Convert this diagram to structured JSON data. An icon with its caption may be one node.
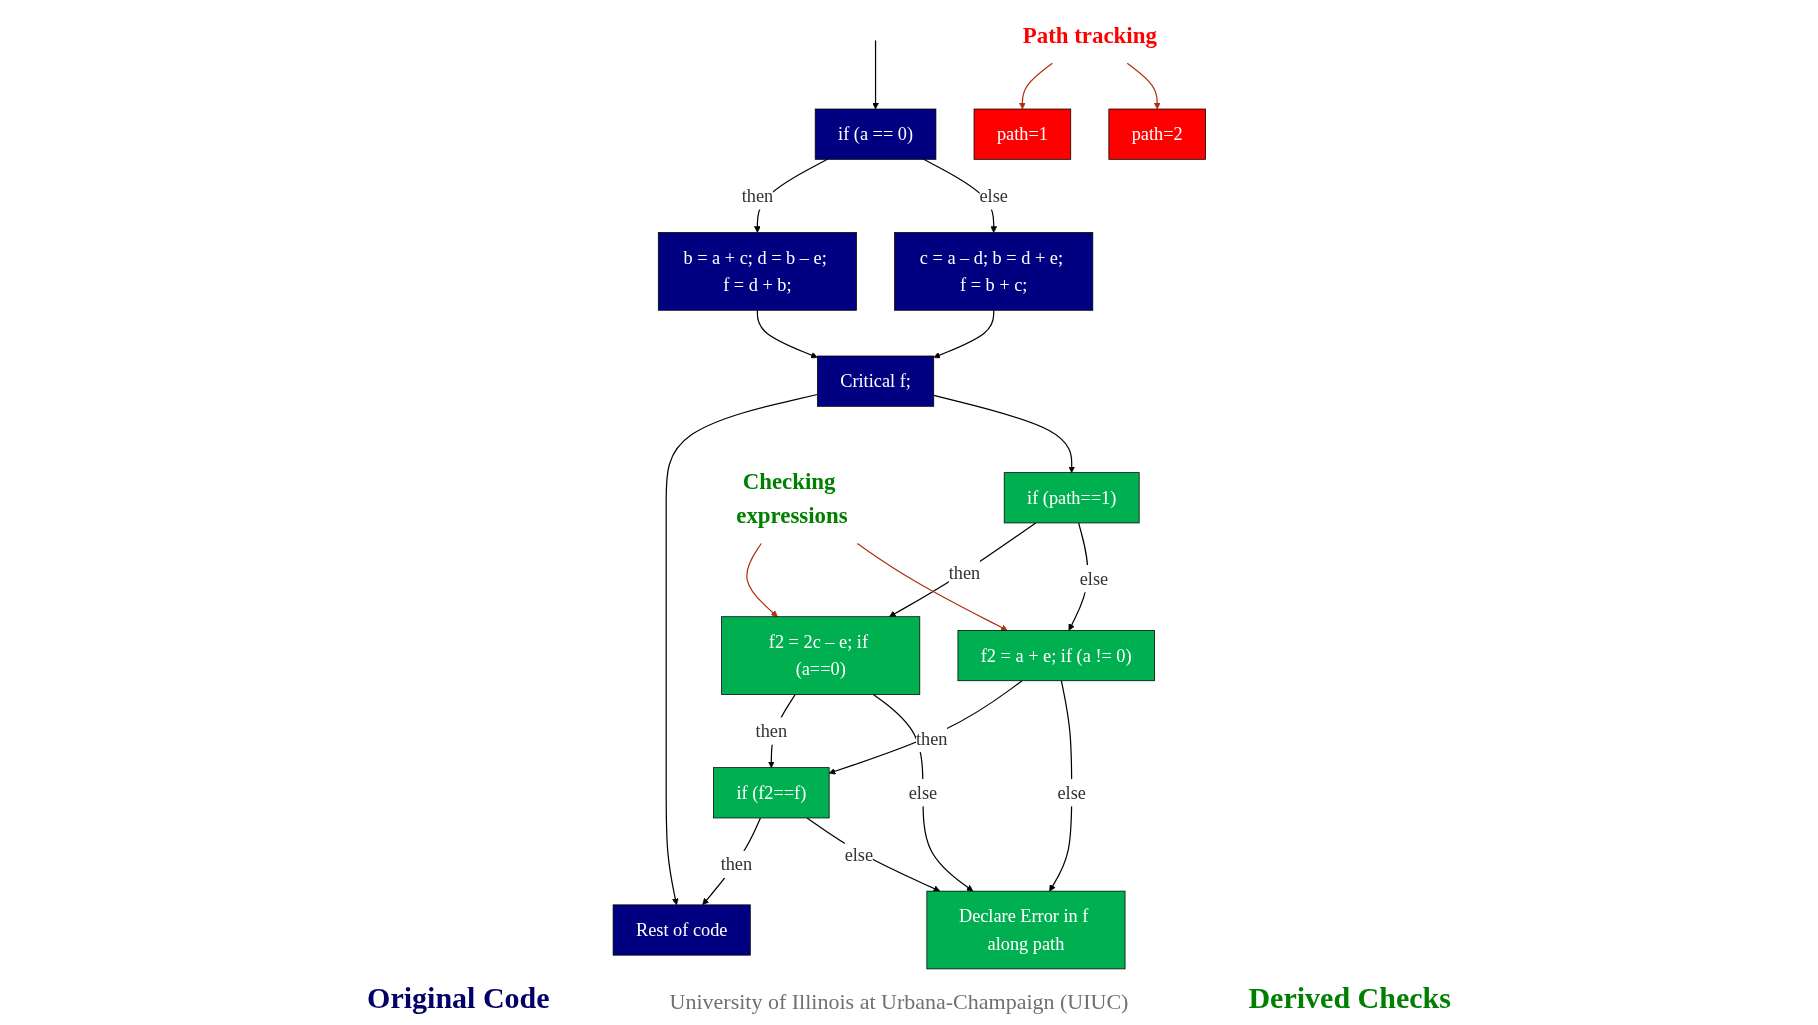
{
  "diagram": {
    "nodes": [
      {
        "text": [
          "if (a == 0)"
        ]
      },
      {
        "text": [
          "b = a + c; d = b – e; f = d + b;"
        ]
      },
      {
        "text": [
          "c = a – d; b = d + e; f = b + c;"
        ]
      },
      {
        "text": [
          "path=1"
        ]
      },
      {
        "text": [
          "path=2"
        ]
      },
      {
        "text": [
          "Critical f;"
        ]
      },
      {
        "text": [
          "Rest of code"
        ]
      },
      {
        "text": [
          "if (path==1)"
        ]
      },
      {
        "text": [
          "f2 = 2c – e; if (a==0)"
        ]
      },
      {
        "text": [
          "f2 = a + e; if (a != 0)"
        ]
      },
      {
        "text": [
          "if (f2==f)"
        ]
      },
      {
        "text": [
          "Declare Error in f along path"
        ]
      },
      {
        "text": [
          "Path tracking"
        ]
      },
      {
        "text": [
          "Checking expressions"
        ]
      }
    ],
    "edges": [
      {
        "from": null,
        "to": 0,
        "arrow": "to"
      },
      {
        "from": 0,
        "to": 1,
        "label": "then",
        "arrow": "to"
      },
      {
        "from": 0,
        "to": 2,
        "label": "else",
        "arrow": "to"
      },
      {
        "from": 1,
        "to": 5,
        "arrow": "to"
      },
      {
        "from": 2,
        "to": 5,
        "arrow": "to"
      },
      {
        "from": 5,
        "to": 6,
        "arrow": "to"
      },
      {
        "from": 5,
        "to": 7,
        "arrow": "to"
      },
      {
        "from": 7,
        "to": 8,
        "label": "then",
        "arrow": "to"
      },
      {
        "from": 7,
        "to": 9,
        "label": "else",
        "arrow": "to"
      },
      {
        "from": 8,
        "to": 10,
        "label": "then",
        "arrow": "to"
      },
      {
        "from": 9,
        "to": 10,
        "label": "then",
        "arrow": "to"
      },
      {
        "from": 8,
        "to": 11,
        "label": "else",
        "arrow": "to"
      },
      {
        "from": 9,
        "to": 11,
        "label": "else",
        "arrow": "to"
      },
      {
        "from": 10,
        "to": 6,
        "label": "then",
        "arrow": "to"
      },
      {
        "from": 10,
        "to": 11,
        "label": "else",
        "arrow": "to"
      },
      {
        "from": 12,
        "to": 3,
        "arrow": "to",
        "color": "#b03010"
      },
      {
        "from": 12,
        "to": 4,
        "arrow": "to",
        "color": "#b03010"
      },
      {
        "from": 13,
        "to": 8,
        "arrow": "to",
        "color": "#b03010"
      },
      {
        "from": 13,
        "to": 9,
        "arrow": "to",
        "color": "#b03010"
      }
    ],
    "labels": [
      "Original Code",
      "University of Illinois at Urbana-Champaign (UIUC)",
      "Derived Checks"
    ]
  }
}
